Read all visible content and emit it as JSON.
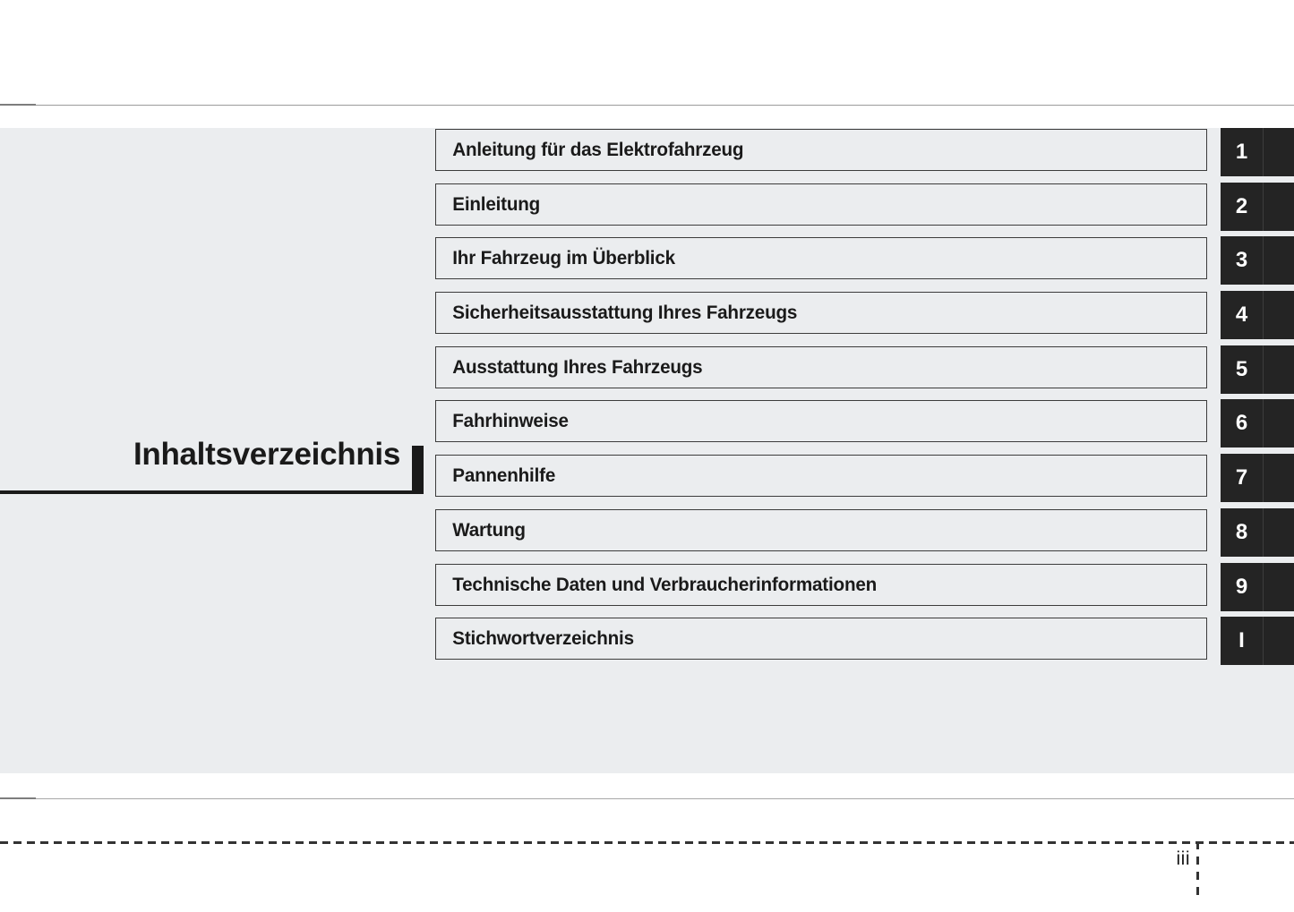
{
  "document": {
    "title": "Inhaltsverzeichnis",
    "page_number": "iii"
  },
  "colors": {
    "panel_background": "#ebedef",
    "page_background": "#ffffff",
    "text": "#1a1a1a",
    "box_border": "#3c3c3c",
    "tab_background": "#242424",
    "tab_text": "#ffffff",
    "rule": "#9b9b9b"
  },
  "contents": {
    "entries": [
      {
        "label": "Anleitung für das Elektrofahrzeug",
        "tab": "1"
      },
      {
        "label": "Einleitung",
        "tab": "2"
      },
      {
        "label": "Ihr Fahrzeug im Überblick",
        "tab": "3"
      },
      {
        "label": "Sicherheitsausstattung Ihres Fahrzeugs",
        "tab": "4"
      },
      {
        "label": "Ausstattung Ihres Fahrzeugs",
        "tab": "5"
      },
      {
        "label": "Fahrhinweise",
        "tab": "6"
      },
      {
        "label": "Pannenhilfe",
        "tab": "7"
      },
      {
        "label": "Wartung",
        "tab": "8"
      },
      {
        "label": "Technische Daten und Verbraucherinformationen",
        "tab": "9"
      },
      {
        "label": "Stichwortverzeichnis",
        "tab": "I"
      }
    ]
  }
}
